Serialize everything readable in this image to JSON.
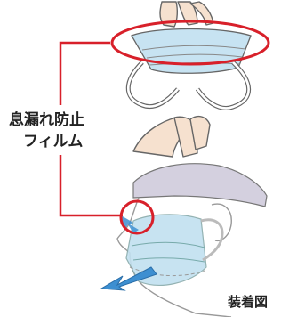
{
  "labels": {
    "film_line1": "息漏れ防止",
    "film_line2": "フィルム",
    "worn_caption": "装着図"
  },
  "colors": {
    "highlight_red": "#d8202a",
    "mask_blue": "#b9dcef",
    "arrow_blue": "#3d8fd1",
    "skin": "#f3d9c4",
    "outline": "#555555"
  }
}
